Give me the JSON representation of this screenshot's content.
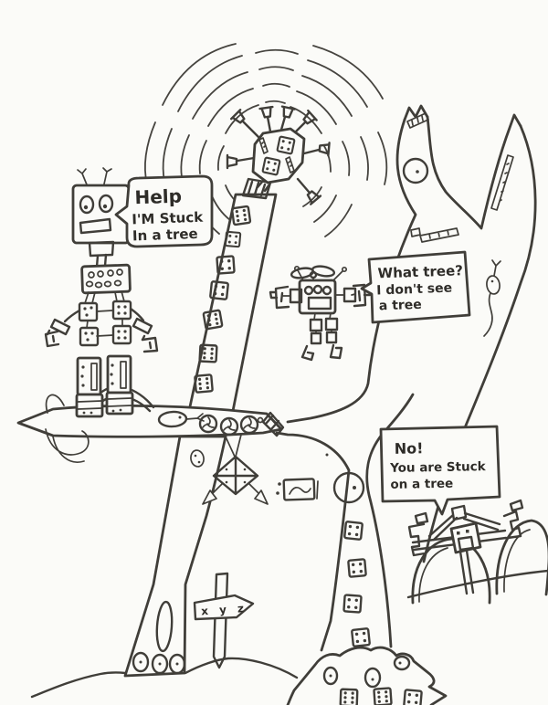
{
  "speech_bubbles": {
    "help": {
      "lines": [
        "Help",
        "I'M Stuck",
        "In a tree"
      ]
    },
    "what_tree": {
      "lines": [
        "What tree?",
        "I don't see",
        "a tree"
      ]
    },
    "no": {
      "lines": [
        "No!",
        "You are Stuck",
        "on a tree"
      ]
    }
  },
  "signpost": {
    "label": "x y z"
  },
  "colors": {
    "ink": "#403e39",
    "paper": "#fbfbf8"
  }
}
